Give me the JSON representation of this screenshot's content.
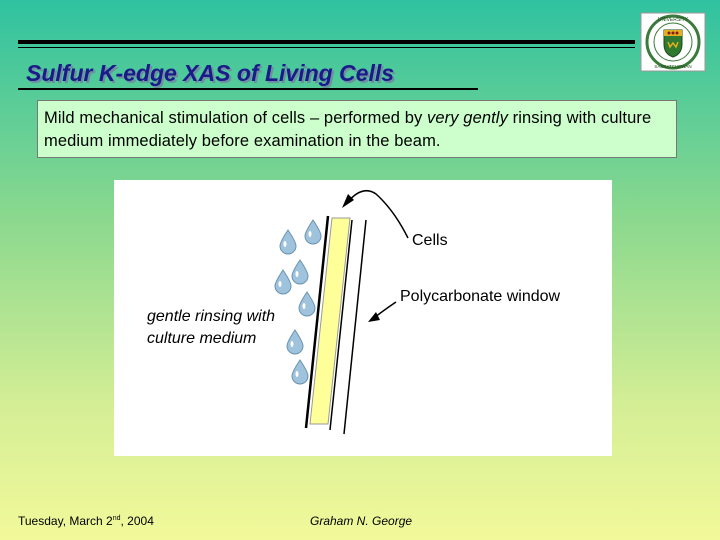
{
  "slide": {
    "title": "Sulfur K-edge XAS of Living Cells",
    "description_part1": "Mild mechanical stimulation of cells – performed by ",
    "description_emph": "very gently",
    "description_part2": " rinsing with culture medium immediately before examination in the beam."
  },
  "figure": {
    "label_cells": "Cells",
    "label_window": "Polycarbonate window",
    "label_rinsing_line1": "gentle rinsing with",
    "label_rinsing_line2": "culture medium"
  },
  "footer": {
    "date_prefix": "Tuesday, March 2",
    "date_suffix": "nd",
    "date_year": ", 2004",
    "author": "Graham N. George"
  },
  "logo": {
    "text": "UNIVERSITY OF SASKATCHEWAN",
    "icon": "university-crest-icon"
  },
  "colors": {
    "title": "#1a1a8a",
    "description_box": "#ccffcc",
    "cells_layer": "#ffff88"
  }
}
